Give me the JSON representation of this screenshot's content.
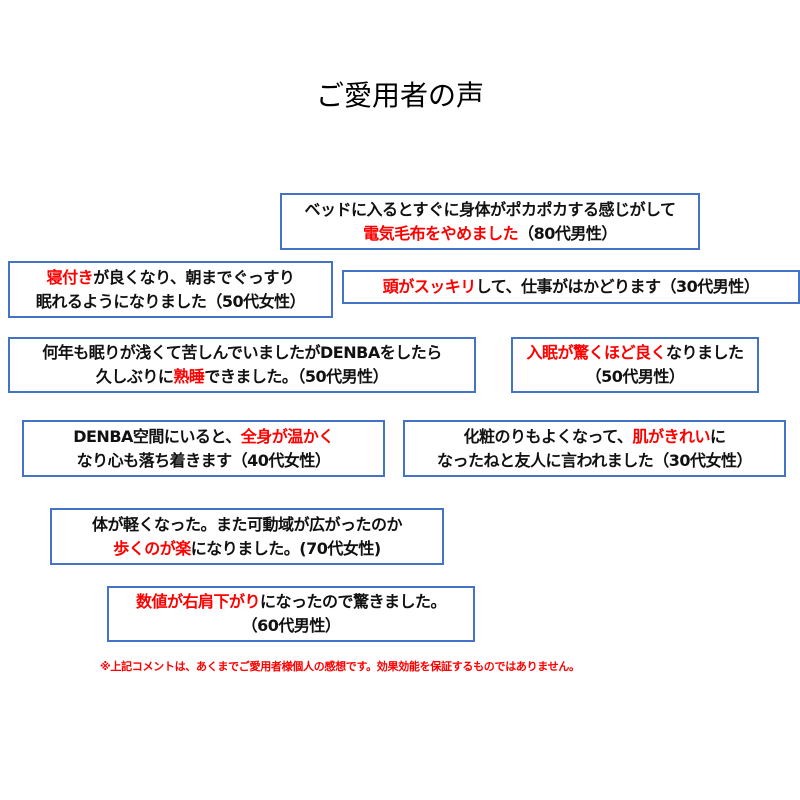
{
  "title": "ご愛用者の声",
  "testimonials": [
    {
      "lines": [
        [
          {
            "t": "ベッドに入るとすぐに身体がポカポカする感じがして",
            "red": false
          }
        ],
        [
          {
            "t": "電気毛布をやめました",
            "red": true
          },
          {
            "t": "（80代男性）",
            "red": false
          }
        ]
      ]
    },
    {
      "lines": [
        [
          {
            "t": "寝付き",
            "red": true
          },
          {
            "t": "が良くなり、朝までぐっすり",
            "red": false
          }
        ],
        [
          {
            "t": "眠れるようになりました（50代女性）",
            "red": false
          }
        ]
      ]
    },
    {
      "lines": [
        [
          {
            "t": "頭がスッキリ",
            "red": true
          },
          {
            "t": "して、仕事がはかどります（30代男性）",
            "red": false
          }
        ]
      ]
    },
    {
      "lines": [
        [
          {
            "t": "何年も眠りが浅くて苦しんでいましたがDENBAをしたら",
            "red": false
          }
        ],
        [
          {
            "t": "久しぶりに",
            "red": false
          },
          {
            "t": "熟睡",
            "red": true
          },
          {
            "t": "できました。（50代男性）",
            "red": false
          }
        ]
      ]
    },
    {
      "lines": [
        [
          {
            "t": "入眠が驚くほど良く",
            "red": true
          },
          {
            "t": "なりました",
            "red": false
          }
        ],
        [
          {
            "t": "（50代男性）",
            "red": false
          }
        ]
      ]
    },
    {
      "lines": [
        [
          {
            "t": "DENBA空間にいると、",
            "red": false
          },
          {
            "t": "全身が温かく",
            "red": true
          }
        ],
        [
          {
            "t": "なり心も落ち着きます（40代女性）",
            "red": false
          }
        ]
      ]
    },
    {
      "lines": [
        [
          {
            "t": "化粧のりもよくなって、",
            "red": false
          },
          {
            "t": "肌がきれい",
            "red": true
          },
          {
            "t": "に",
            "red": false
          }
        ],
        [
          {
            "t": "なったねと友人に言われました（30代女性）",
            "red": false
          }
        ]
      ]
    },
    {
      "lines": [
        [
          {
            "t": "体が軽くなった。また可動域が広がったのか",
            "red": false
          }
        ],
        [
          {
            "t": "歩くのが楽",
            "red": true
          },
          {
            "t": "になりました。(70代女性)",
            "red": false
          }
        ]
      ]
    },
    {
      "lines": [
        [
          {
            "t": "数値が右肩下がり",
            "red": true
          },
          {
            "t": "になったので驚きました。",
            "red": false
          }
        ],
        [
          {
            "t": "（60代男性）",
            "red": false
          }
        ]
      ]
    }
  ],
  "disclaimer": "※上記コメントは、あくまでご愛用者様個人の感想です。効果効能を保証するものではありません。",
  "colors": {
    "border": "#4472c4",
    "highlight": "#ff0000"
  }
}
